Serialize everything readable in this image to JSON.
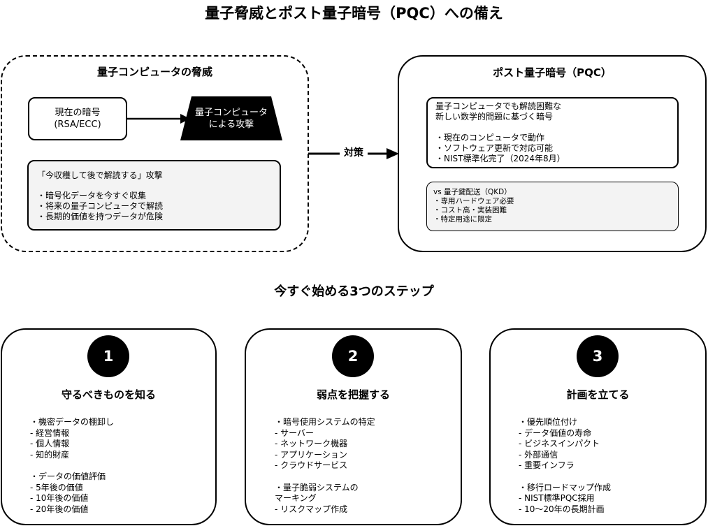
{
  "title": "量子脅威とポスト量子暗号（PQC）への備え",
  "threat": {
    "heading": "量子コンピュータの脅威",
    "current_crypto": [
      "現在の暗号",
      "(RSA/ECC)"
    ],
    "quantum_computer": [
      "量子コンピュータ",
      "による攻撃"
    ],
    "hndl": {
      "title": "「今収穫して後で解読する」攻撃",
      "items": [
        "・暗号化データを今すぐ収集",
        "・将来の量子コンピュータで解読",
        "・長期的価値を持つデータが危険"
      ]
    }
  },
  "countermeasure_label": "対策",
  "pqc": {
    "heading": "ポスト量子暗号（PQC）",
    "main": [
      "量子コンピュータでも解読困難な",
      "新しい数学的問題に基づく暗号",
      "",
      "・現在のコンピュータで動作",
      "・ソフトウェア更新で対応可能",
      "・NIST標準化完了（2024年8月）"
    ],
    "qkd": [
      "vs 量子鍵配送（QKD）",
      "・専用ハードウェア必要",
      "・コスト高・実装困難",
      "・特定用途に限定"
    ]
  },
  "steps_title": "今すぐ始める3つのステップ",
  "steps": [
    {
      "number": "1",
      "title": "守るべきものを知る",
      "items": [
        "・機密データの棚卸し",
        "- 経営情報",
        "- 個人情報",
        "- 知的財産",
        "",
        "・データの価値評価",
        "- 5年後の価値",
        "- 10年後の価値",
        "- 20年後の価値"
      ]
    },
    {
      "number": "2",
      "title": "弱点を把握する",
      "items": [
        "・暗号使用システムの特定",
        "- サーバー",
        "- ネットワーク機器",
        "- アプリケーション",
        "- クラウドサービス",
        "",
        "・量子脆弱システムの",
        "マーキング",
        "- リスクマップ作成"
      ]
    },
    {
      "number": "3",
      "title": "計画を立てる",
      "items": [
        "・優先順位付け",
        "- データ価値の寿命",
        "- ビジネスインパクト",
        "- 外部通信",
        "- 重要インフラ",
        "",
        "・移行ロードマップ作成",
        "- NIST標準PQC採用",
        "- 10〜20年の長期計画"
      ]
    }
  ]
}
